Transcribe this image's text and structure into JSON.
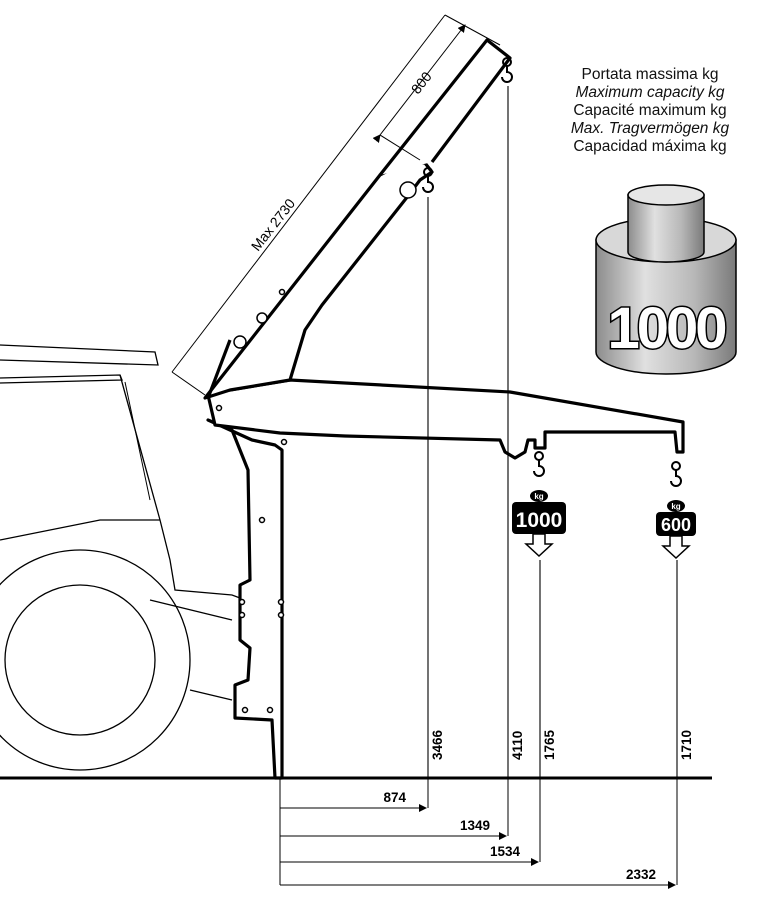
{
  "capacity_caption": {
    "it": "Portata massima kg",
    "en": "Maximum capacity kg",
    "fr": "Capacité maximum kg",
    "de": "Max. Tragvermögen kg",
    "es": "Capacidad máxima kg"
  },
  "max_weight_badge": "1000",
  "boom_dims": {
    "max_extension": "Max 2730",
    "extension_step": "800"
  },
  "loads": [
    {
      "unit": "kg",
      "value": "1000"
    },
    {
      "unit": "kg",
      "value": "600"
    }
  ],
  "heights": [
    "3466",
    "4110",
    "1765",
    "1710"
  ],
  "reaches": [
    "874",
    "1349",
    "1534",
    "2332"
  ],
  "colors": {
    "line": "#000000",
    "weight_body": "#bdbdbd",
    "weight_dark": "#7a7a7a"
  }
}
